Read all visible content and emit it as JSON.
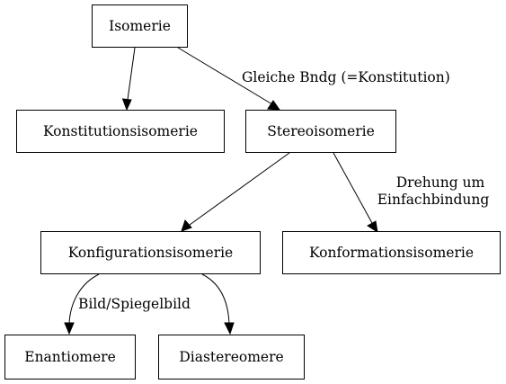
{
  "nodes": {
    "isomerie": "Isomerie",
    "konstitution": "Konstitutionsisomerie",
    "stereo": "Stereoisomerie",
    "konfiguration": "Konfigurationsisomerie",
    "konformation": "Konformationsisomerie",
    "enantiomere": "Enantiomere",
    "diastereomere": "Diastereomere"
  },
  "edges": {
    "isomerie_stereo": "Gleiche Bndg (=Konstitution)",
    "stereo_konformation_line1": "Drehung um",
    "stereo_konformation_line2": "Einfachbindung",
    "konfiguration_children": "Bild/Spiegelbild"
  },
  "colors": {
    "stroke": "#000000",
    "background": "#ffffff"
  }
}
